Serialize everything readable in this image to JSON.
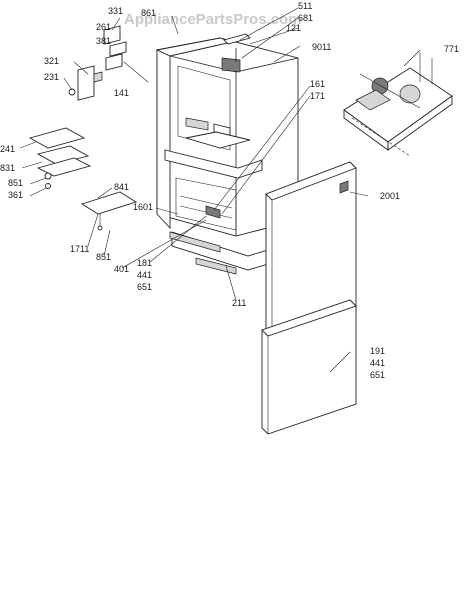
{
  "watermark": "AppliancePartsPros.com",
  "callouts": {
    "c331": "331",
    "c861": "861",
    "c511": "511",
    "c681": "681",
    "c121": "121",
    "c261": "261",
    "c381": "381",
    "c9011": "9011",
    "c771": "771",
    "c321": "321",
    "c231": "231",
    "c141": "141",
    "c161": "161",
    "c171": "171",
    "c241": "241",
    "c831": "831",
    "c851a": "851",
    "c361": "361",
    "c841": "841",
    "c2001": "2001",
    "c1601": "1601",
    "c1711": "1711",
    "c851b": "851",
    "c401": "401",
    "c181": "181",
    "c441a": "441",
    "c651a": "651",
    "c211": "211",
    "c191": "191",
    "c441b": "441",
    "c651b": "651"
  }
}
